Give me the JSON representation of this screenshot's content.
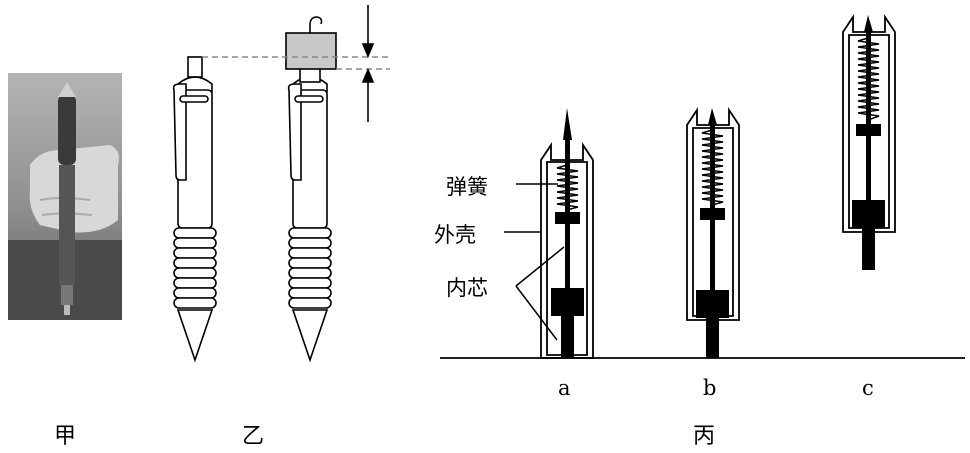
{
  "captions": {
    "jia": "甲",
    "yi": "乙",
    "bing": "丙"
  },
  "parts": {
    "spring": "弹簧",
    "shell": "外壳",
    "core": "内芯"
  },
  "subfigures": {
    "a": "a",
    "b": "b",
    "c": "c"
  },
  "colors": {
    "ink": "#000000",
    "weight": "#c8c8c8",
    "dashed": "#888888",
    "photo_bg": "#9a9a9a"
  }
}
